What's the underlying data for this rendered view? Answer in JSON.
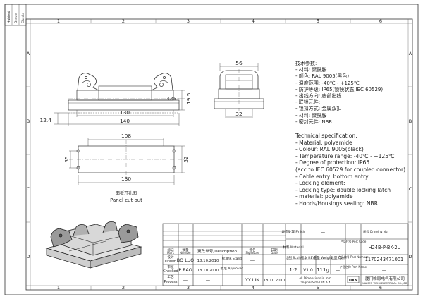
{
  "frame": {
    "top_numbers": [
      "1",
      "2",
      "3",
      "4",
      "5",
      "6"
    ],
    "bottom_numbers": [
      "1",
      "2",
      "3",
      "4",
      "5",
      "6"
    ],
    "left_letters": [
      "A",
      "B",
      "C",
      "D"
    ],
    "right_letters": [
      "A",
      "B",
      "C",
      "D"
    ],
    "corner_labels": [
      "Hubbed",
      "Drawn",
      "Check"
    ]
  },
  "dimensions": {
    "top_56": "56",
    "side_4_45": "4.45",
    "side_19_5": "19.5",
    "side_130": "130",
    "side_140": "140",
    "left_12_4": "12.4",
    "right_32": "32",
    "cut_108": "108",
    "cut_35": "35",
    "cut_32": "32",
    "cut_130": "130"
  },
  "cutout": {
    "cn": "面板开孔图",
    "en": "Panel cut out"
  },
  "tech_cn": [
    "技术参数:",
    "- 材料: 聚酰胺",
    "- 颜色: RAL 9005(黑色)",
    "- 温度范围: -40℃ - +125℃",
    "- 防护等级: IP65(锁镜状态,IEC 60529)",
    "- 出线方向: 底部出线",
    "- 联锁元件:",
    "   - 锁扣方式: 金属双扣",
    "   - 材料: 聚酰胺",
    "- 密封元件: NBR"
  ],
  "tech_en": [
    "Technical specification:",
    "- Material: polyamide",
    "- Colour: RAL 9005(black)",
    "- Temperature range: -40℃ - +125℃",
    "- Degree of protection: IP65",
    "  (acc.to IEC 60529 for coupled connector)",
    "- Cable entry: bottom entry",
    "- Locking element:",
    "     - Locking type: double locking latch",
    "     - material: polyamide",
    "- Hoods/Housings sealing: NBR"
  ],
  "title_block": {
    "header": [
      "标记",
      "数量",
      "更改单号/Description",
      "签名",
      "日期"
    ],
    "header_en": [
      "Mark",
      "Number",
      "",
      "Signature",
      "Date"
    ],
    "roles": [
      {
        "cn": "设计",
        "en": "Drawn",
        "name": "BQ LUO",
        "date": "18.10.2010"
      },
      {
        "cn": "审核",
        "en": "Checked",
        "name": "P RAO",
        "date": "18.10.2010"
      },
      {
        "cn": "工艺",
        "en": "Process",
        "name": "—",
        "date": "—"
      }
    ],
    "std_label": "标准化\nStand",
    "approved_label": "批准\nApproved",
    "approved_name": "YY LIN",
    "approved_date": "18.10.2010",
    "dash": "—",
    "finish_label": "表面处理\nFinish",
    "material_label": "材料\nMaterial",
    "finish_value": "—",
    "material_value": "—",
    "scale_label": "比例\nScale",
    "rev_label": "版本\nREV.",
    "weight_label": "重量\nWeight",
    "qty_label": "数量\nQty.",
    "scale": "1:2",
    "rev": "V1.0",
    "weight": "111g",
    "qty": "—",
    "drawing_no_label": "图号\nDrawing No.",
    "drawing_no": "—",
    "code_label": "产品代号\nPort Code",
    "code": "H24B-P-BK-2L",
    "part_no_label": "产品编号\nPart Number",
    "part_no": "1170243471001",
    "name_label": "产品名称\nPort Name",
    "name": "—",
    "note_line1": "All Dimensions in mm",
    "note_line2": "Original Size DIN A 4",
    "company_logo": "DXN",
    "company_cn": "厦门唯思电气有限公司",
    "company_en": "XIAMEN WEISI ELECTRICAL CO.,LTD"
  }
}
